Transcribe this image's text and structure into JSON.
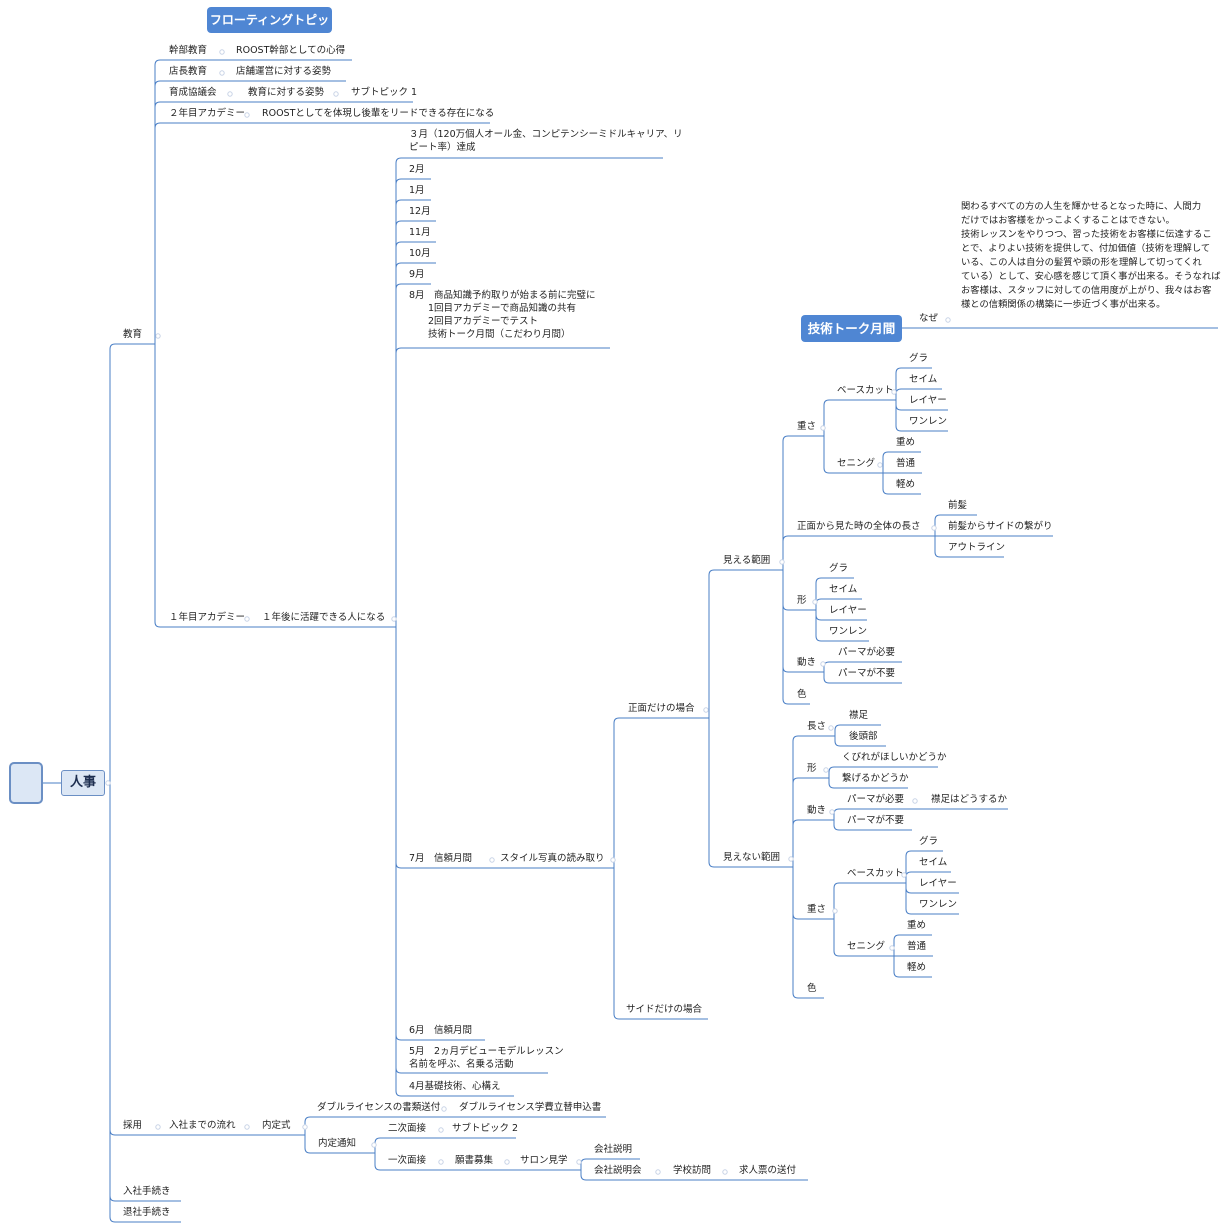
{
  "central": {
    "label": ""
  },
  "root": {
    "label": "人事"
  },
  "floating": [
    {
      "label": "フローティングトピック"
    },
    {
      "label": "技術トーク月間"
    }
  ],
  "description": "関わるすべての方の人生を輝かせるとなった時に、人間力\nだけではお客様をかっこよくすることはできない。\n技術レッスンをやりつつ、習った技術をお客様に伝達するこ\nとで、よりよい技術を提供して、付加価値（技術を理解して\nいる、この人は自分の髪質や頭の形を理解して切ってくれ\nている）として、安心感を感じて頂く事が出来る。そうなれば\nお客様は、スタッフに対しての信用度が上がり、我々はお客\n様との信頼関係の構築に一歩近づく事が出来る。",
  "nodes": {
    "n1": "教育",
    "n2": "幹部教育",
    "n3": "ROOST幹部としての心得",
    "n4": "店長教育",
    "n5": "店舗運営に対する姿勢",
    "n6": "育成協議会",
    "n7": "教育に対する姿勢",
    "n8": "サブトピック 1",
    "n9": "２年目アカデミー",
    "n10": "ROOSTとしてを体現し後輩をリードできる存在になる",
    "n11": "１年目アカデミー",
    "n12": "１年後に活躍できる人になる",
    "n13": "３月（120万個人オール金、コンピテンシーミドルキャリア、リ\nピート率）達成",
    "n14": "2月",
    "n15": "1月",
    "n16": "12月",
    "n17": "11月",
    "n18": "10月",
    "n19": "9月",
    "n20": "8月　商品知識予約取りが始まる前に完璧に\n　　1回目アカデミーで商品知識の共有\n　　2回目アカデミーでテスト\n　　技術トーク月間（こだわり月間）",
    "n21": "7月　信頼月間",
    "n22": "スタイル写真の読み取り",
    "n23": "正面だけの場合",
    "n24": "見える範囲",
    "n25": "重さ",
    "n26": "ベースカット",
    "n27": "グラ",
    "n28": "セイム",
    "n29": "レイヤー",
    "n30": "ワンレン",
    "n31": "セニング",
    "n32": "重め",
    "n33": "普通",
    "n34": "軽め",
    "n35": "正面から見た時の全体の長さ",
    "n36": "前髪",
    "n37": "前髪からサイドの繋がり",
    "n38": "アウトライン",
    "n39": "形",
    "n40": "グラ",
    "n41": "セイム",
    "n42": "レイヤー",
    "n43": "ワンレン",
    "n44": "動き",
    "n45": "パーマが必要",
    "n46": "パーマが不要",
    "n47": "色",
    "n48": "見えない範囲",
    "n49": "長さ",
    "n50": "襟足",
    "n51": "後頭部",
    "n52": "形",
    "n53": "くびれがほしいかどうか",
    "n54": "繋げるかどうか",
    "n55": "動き",
    "n56": "パーマが必要",
    "n57": "襟足はどうするか",
    "n58": "パーマが不要",
    "n59": "重さ",
    "n60": "ベースカット",
    "n61": "グラ",
    "n62": "セイム",
    "n63": "レイヤー",
    "n64": "ワンレン",
    "n65": "セニング",
    "n66": "重め",
    "n67": "普通",
    "n68": "軽め",
    "n69": "色",
    "n70": "サイドだけの場合",
    "n71": "6月　信頼月間",
    "n72": "5月　2ヵ月デビューモデルレッスン\n名前を呼ぶ、名乗る活動",
    "n73": "4月基礎技術、心構え",
    "n74": "採用",
    "n75": "入社までの流れ",
    "n76": "内定式",
    "n77": "ダブルライセンスの書類送付",
    "n78": "ダブルライセンス学費立替申込書",
    "n79": "内定通知",
    "n80": "二次面接",
    "n81": "サブトピック 2",
    "n82": "一次面接",
    "n83": "願書募集",
    "n84": "サロン見学",
    "n85": "会社説明",
    "n86": "会社説明会",
    "n87": "学校訪問",
    "n88": "求人票の送付",
    "n89": "入社手続き",
    "n90": "退社手続き",
    "n91": "なぜ"
  }
}
